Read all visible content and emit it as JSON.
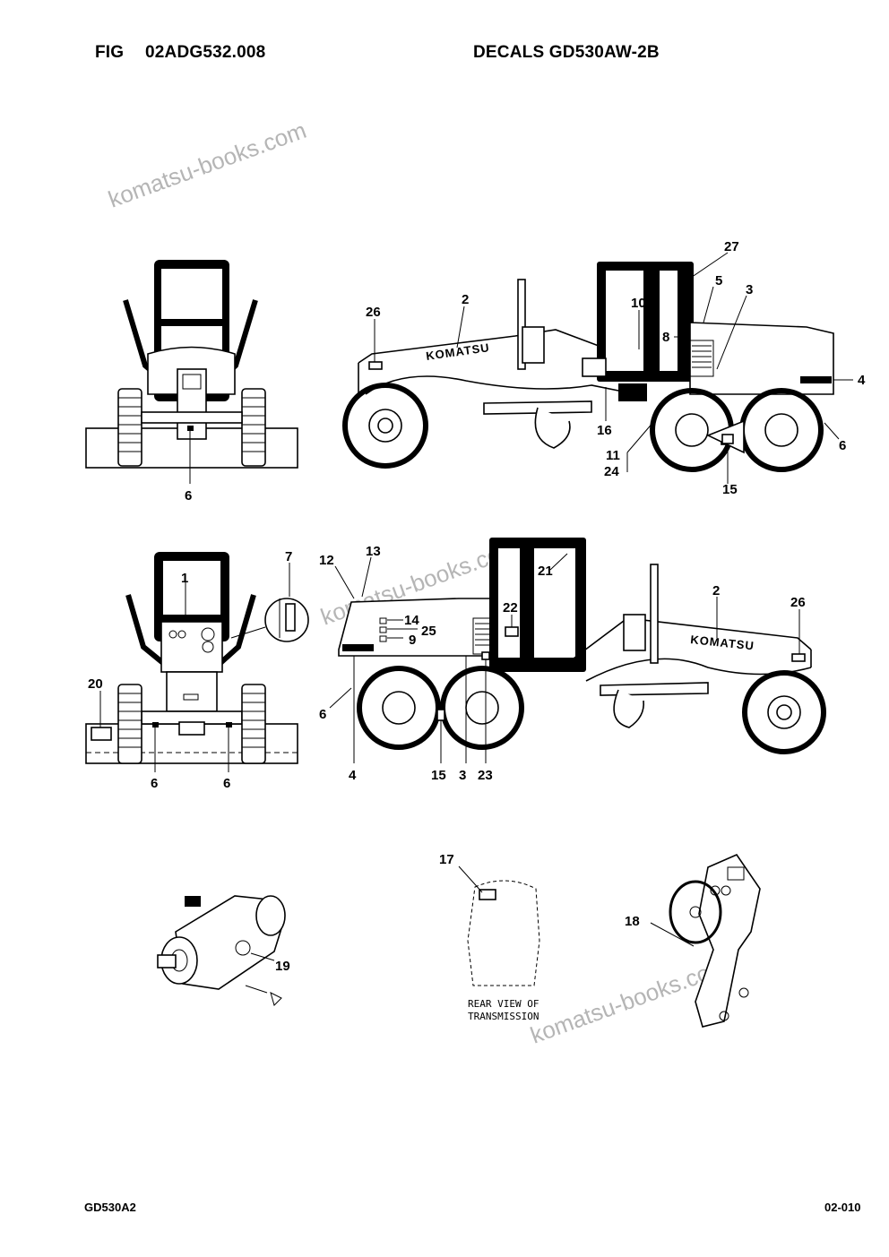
{
  "header": {
    "fig_label": "FIG",
    "fig_code": "02ADG532.008",
    "title": "DECALS GD530AW-2B"
  },
  "footer": {
    "model": "GD530A2",
    "page": "02-010"
  },
  "watermark": "komatsu-books.com",
  "machine_brand": "KOMATSU",
  "transmission_caption": [
    "REAR VIEW OF",
    "TRANSMISSION"
  ],
  "callouts": {
    "top_front": [
      "6"
    ],
    "top_side": [
      "27",
      "5",
      "3",
      "10",
      "26",
      "2",
      "8",
      "4",
      "16",
      "6",
      "11",
      "24",
      "15"
    ],
    "mid_rear": [
      "1",
      "7",
      "20",
      "6",
      "6"
    ],
    "mid_side": [
      "12",
      "13",
      "21",
      "2",
      "26",
      "22",
      "14",
      "25",
      "9",
      "6",
      "4",
      "15",
      "3",
      "23"
    ],
    "bottom": [
      "17",
      "18",
      "19"
    ]
  }
}
